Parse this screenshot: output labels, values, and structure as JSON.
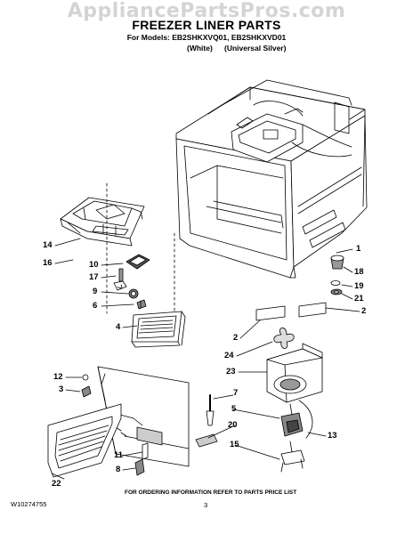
{
  "watermark": "AppliancePartsPros.com",
  "header": {
    "title": "FREEZER LINER PARTS",
    "models": "For Models: EB2SHKXVQ01, EB2SHKXVD01",
    "color_white": "(White)",
    "color_silver": "(Universal Silver)"
  },
  "callouts": [
    "14",
    "16",
    "10",
    "17",
    "9",
    "6",
    "4",
    "1",
    "18",
    "19",
    "21",
    "2",
    "2",
    "24",
    "23",
    "12",
    "3",
    "7",
    "5",
    "20",
    "13",
    "11",
    "8",
    "15",
    "22"
  ],
  "footer": {
    "doc_number": "W10274755",
    "ordering_note": "FOR ORDERING INFORMATION REFER TO PARTS PRICE LIST",
    "page_number": "3"
  }
}
